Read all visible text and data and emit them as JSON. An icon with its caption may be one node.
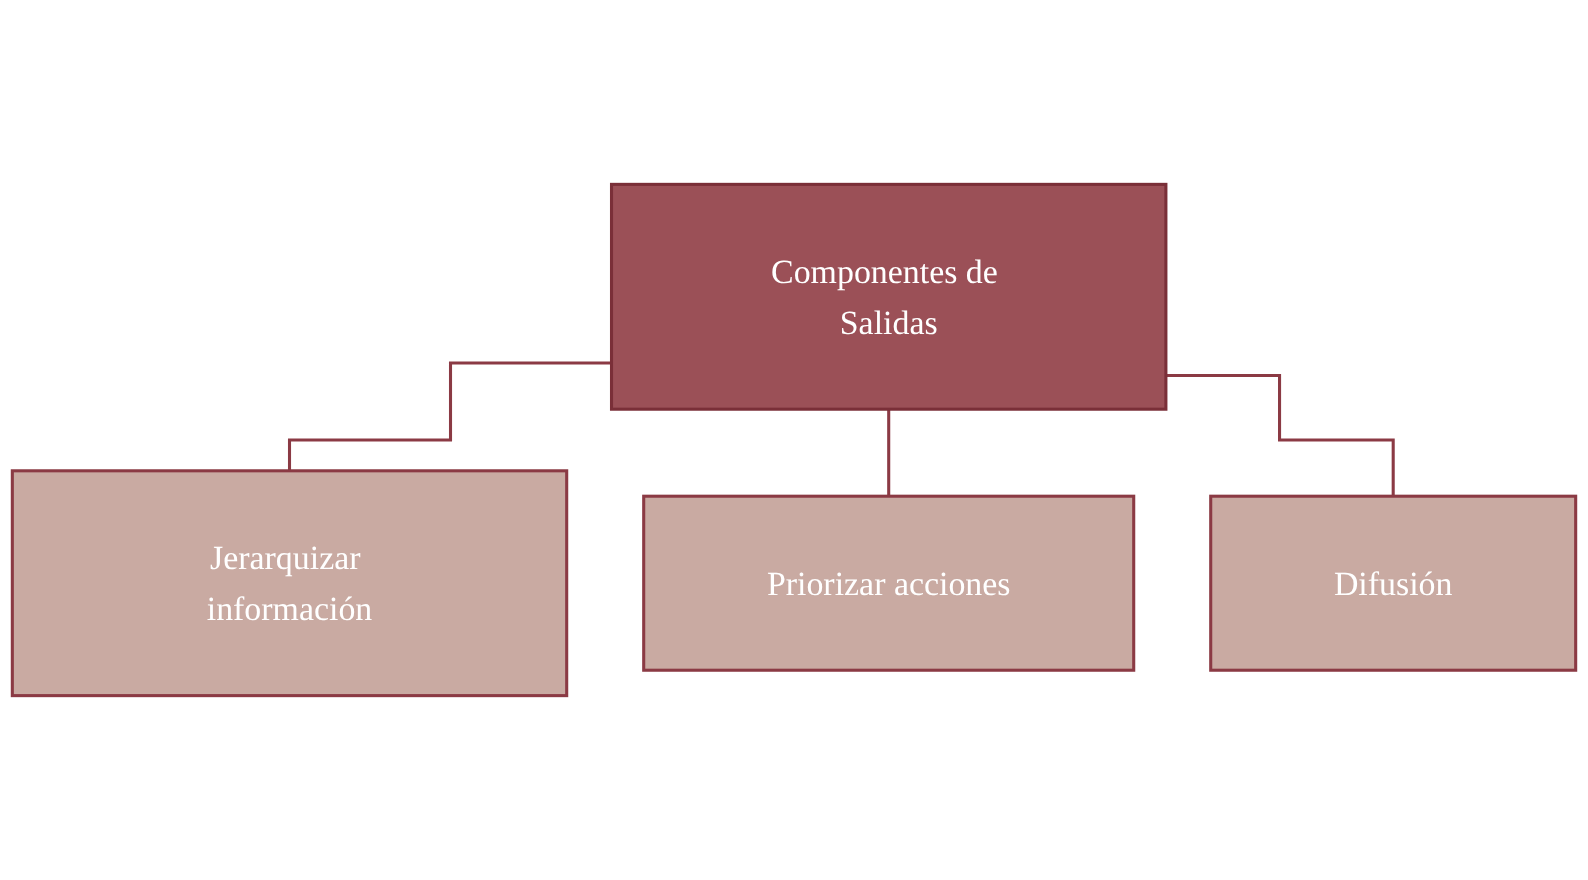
{
  "diagram": {
    "nodes": [
      {
        "text": [
          "Componentes de Salidas"
        ]
      },
      {
        "text": [
          "Jerarquizar información"
        ]
      },
      {
        "text": [
          "Priorizar acciones"
        ]
      },
      {
        "text": [
          "Difusión"
        ]
      }
    ],
    "edges": [
      {
        "from": 0,
        "to": 1,
        "arrow": "none"
      },
      {
        "from": 0,
        "to": 2,
        "arrow": "none"
      },
      {
        "from": 0,
        "to": 3,
        "arrow": "none"
      }
    ]
  }
}
